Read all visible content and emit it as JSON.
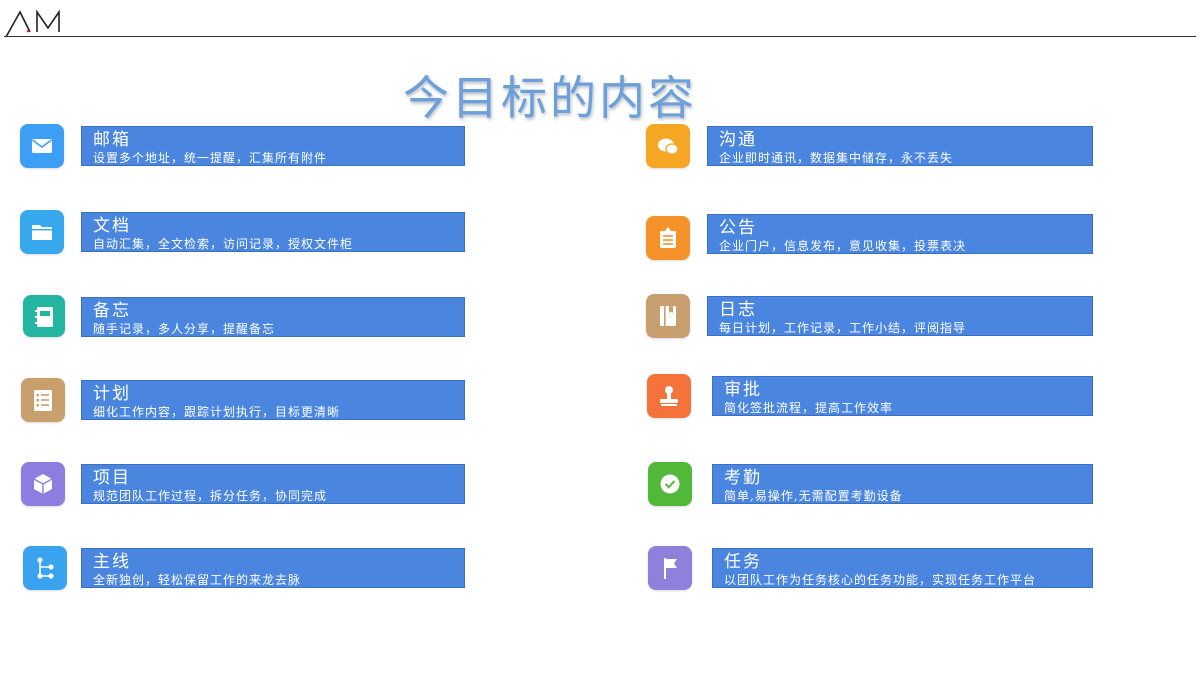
{
  "logo": "AM",
  "title": "今目标的内容",
  "left_features": [
    {
      "name": "邮箱",
      "desc": "设置多个地址，统一提醒，汇集所有附件",
      "icon": "mail-icon",
      "color": "#3d9ef5"
    },
    {
      "name": "文档",
      "desc": "自动汇集，全文检索，访问记录，授权文件柜",
      "icon": "folder-icon",
      "color": "#37a8ee"
    },
    {
      "name": "备忘",
      "desc": "随手记录，多人分享，提醒备忘",
      "icon": "notebook-icon",
      "color": "#23b5a0"
    },
    {
      "name": "计划",
      "desc": "细化工作内容，跟踪计划执行，目标更清晰",
      "icon": "checklist-icon",
      "color": "#c9a06b"
    },
    {
      "name": "项目",
      "desc": "规范团队工作过程，拆分任务，协同完成",
      "icon": "cube-icon",
      "color": "#8d7de0"
    },
    {
      "name": "主线",
      "desc": "全新独创，轻松保留工作的来龙去脉",
      "icon": "branch-icon",
      "color": "#3aa3f0"
    }
  ],
  "right_features": [
    {
      "name": "沟通",
      "desc": "企业即时通讯，数据集中储存，永不丢失",
      "icon": "chat-icon",
      "color": "#f5a623"
    },
    {
      "name": "公告",
      "desc": "企业门户，信息发布，意见收集，投票表决",
      "icon": "clipboard-icon",
      "color": "#f5922a"
    },
    {
      "name": "日志",
      "desc": "每日计划，工作记录，工作小结，评阅指导",
      "icon": "journal-icon",
      "color": "#c8a070"
    },
    {
      "name": "审批",
      "desc": "简化签批流程，提高工作效率",
      "icon": "stamp-icon",
      "color": "#f5733a"
    },
    {
      "name": "考勤",
      "desc": "简单,易操作,无需配置考勤设备",
      "icon": "check-circle-icon",
      "color": "#52b83a"
    },
    {
      "name": "任务",
      "desc": "以团队工作为任务核心的任务功能，实现任务工作平台",
      "icon": "flag-icon",
      "color": "#8f80dc"
    }
  ]
}
